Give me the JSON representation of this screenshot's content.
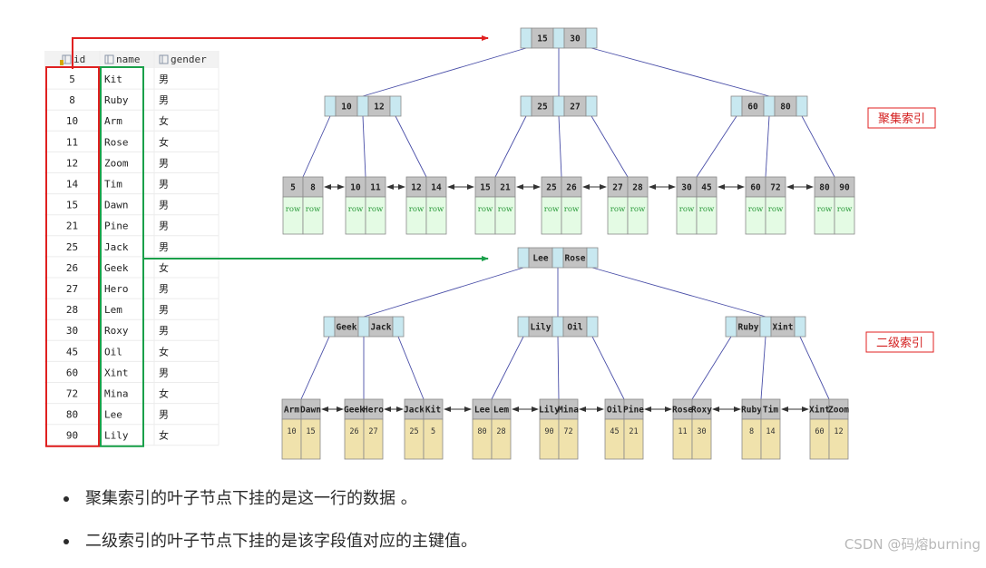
{
  "table": {
    "headers": [
      "id",
      "name",
      "gender"
    ],
    "rows": [
      [
        "5",
        "Kit",
        "男"
      ],
      [
        "8",
        "Ruby",
        "男"
      ],
      [
        "10",
        "Arm",
        "女"
      ],
      [
        "11",
        "Rose",
        "女"
      ],
      [
        "12",
        "Zoom",
        "男"
      ],
      [
        "14",
        "Tim",
        "男"
      ],
      [
        "15",
        "Dawn",
        "男"
      ],
      [
        "21",
        "Pine",
        "男"
      ],
      [
        "25",
        "Jack",
        "男"
      ],
      [
        "26",
        "Geek",
        "女"
      ],
      [
        "27",
        "Hero",
        "男"
      ],
      [
        "28",
        "Lem",
        "男"
      ],
      [
        "30",
        "Roxy",
        "男"
      ],
      [
        "45",
        "Oil",
        "女"
      ],
      [
        "60",
        "Xint",
        "男"
      ],
      [
        "72",
        "Mina",
        "女"
      ],
      [
        "80",
        "Lee",
        "男"
      ],
      [
        "90",
        "Lily",
        "女"
      ]
    ]
  },
  "clustered_index": {
    "label": "聚集索引",
    "root": [
      "15",
      "30"
    ],
    "level2": [
      [
        "10",
        "12"
      ],
      [
        "25",
        "27"
      ],
      [
        "60",
        "80"
      ]
    ],
    "leaves": [
      [
        "5",
        "8"
      ],
      [
        "10",
        "11"
      ],
      [
        "12",
        "14"
      ],
      [
        "15",
        "21"
      ],
      [
        "25",
        "26"
      ],
      [
        "27",
        "28"
      ],
      [
        "30",
        "45"
      ],
      [
        "60",
        "72"
      ],
      [
        "80",
        "90"
      ]
    ],
    "row_text": "row"
  },
  "secondary_index": {
    "label": "二级索引",
    "root": [
      "Lee",
      "Rose"
    ],
    "level2": [
      [
        "Geek",
        "Jack"
      ],
      [
        "Lily",
        "Oil"
      ],
      [
        "Ruby",
        "Xint"
      ]
    ],
    "leaves": [
      {
        "keys": [
          "Arm",
          "Dawn"
        ],
        "pks": [
          "10",
          "15"
        ]
      },
      {
        "keys": [
          "Geek",
          "Hero"
        ],
        "pks": [
          "26",
          "27"
        ]
      },
      {
        "keys": [
          "Jack",
          "Kit"
        ],
        "pks": [
          "25",
          "5"
        ]
      },
      {
        "keys": [
          "Lee",
          "Lem"
        ],
        "pks": [
          "80",
          "28"
        ]
      },
      {
        "keys": [
          "Lily",
          "Mina"
        ],
        "pks": [
          "90",
          "72"
        ]
      },
      {
        "keys": [
          "Oil",
          "Pine"
        ],
        "pks": [
          "45",
          "21"
        ]
      },
      {
        "keys": [
          "Rose",
          "Roxy"
        ],
        "pks": [
          "11",
          "30"
        ]
      },
      {
        "keys": [
          "Ruby",
          "Tim"
        ],
        "pks": [
          "8",
          "14"
        ]
      },
      {
        "keys": [
          "Xint",
          "Zoom"
        ],
        "pks": [
          "60",
          "12"
        ]
      }
    ]
  },
  "bullets": [
    "聚集索引的叶子节点下挂的是这一行的数据 。",
    "二级索引的叶子节点下挂的是该字段值对应的主键值。"
  ],
  "watermark": "CSDN @码熔burning",
  "colors": {
    "key_cell": "#c3c3c3",
    "pointer_cell": "#c8e8f0",
    "row_cell": "#e4fbe4",
    "pk_cell": "#f0e2ac",
    "tree_line": "#4a4fa8",
    "red_arrow": "#e02020",
    "green_arrow": "#1aa04a"
  }
}
